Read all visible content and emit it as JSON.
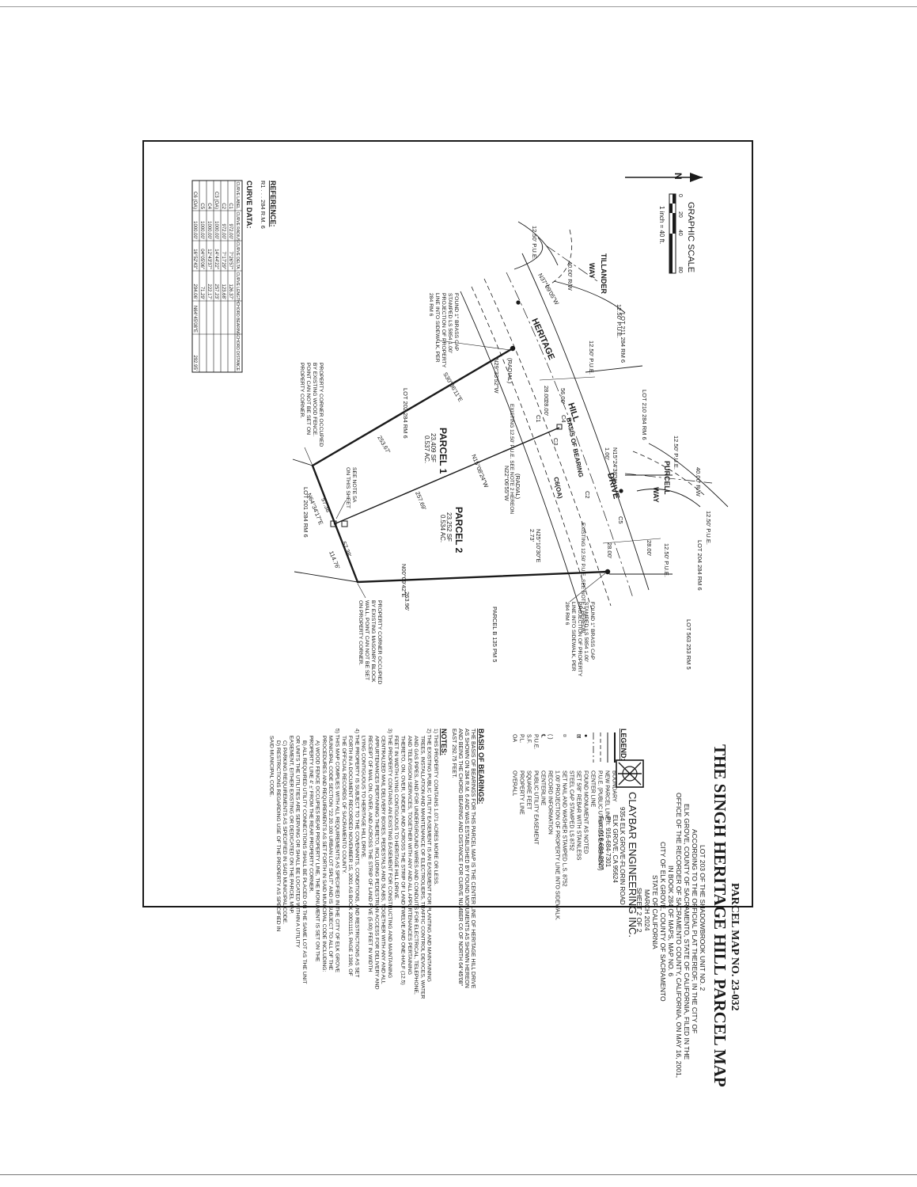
{
  "title_block": {
    "map_no": "PARCEL MAP NO. 23-032",
    "title": "THE SINGH HERITAGE HILL PARCEL MAP",
    "description": [
      "LOT 203 OF THE SHADOWBROOK UNIT NO. 2",
      "ACCORDING TO THE OFFICIAL PLAT THEREOF, IN THE CITY OF",
      "ELK GROVE, COUNTY OF SACRAMENTO, STATE OF CALIFORNIA, FILED IN THE",
      "OFFICE OF THE RECORDER OF SACRAMENTO COUNTY, CALIFORNIA, ON MAY 16, 2001,",
      "IN BOOK 284 OF MAPS, MAP NO. 6",
      "CITY OF ELK GROVE, COUNTY OF SACRAMENTO",
      "STATE OF CALIFORNIA",
      "MARCH 2024",
      "SHEET 2 OF 2"
    ],
    "engineer": {
      "name": "CLAYBAR ENGINEERING INC.",
      "address": "9354 ELK GROVE-FLORIN ROAD",
      "city": "ELK GROVE, CA 95624",
      "phone": "Ph: 916-684-7301",
      "fax": "Fax: 916-684-2827"
    }
  },
  "legend": {
    "heading": "LEGEND:",
    "items": [
      {
        "symbol": "",
        "label": "BOUNDARY"
      },
      {
        "symbol": "",
        "label": "NEW PARCEL LINE"
      },
      {
        "symbol": "",
        "label": "P.U.E. (PUBLIC UTILITIES EASEMENT)"
      },
      {
        "symbol": "",
        "label": "CENTER LINE"
      },
      {
        "symbol": "●",
        "label": "FOUND MONUMENT AS NOTED"
      },
      {
        "symbol": "⊠",
        "label": "SET 5/8\" REBAR WITH STAINLESS"
      },
      {
        "symbol": "",
        "label": "STEEL CAP STAMPED LS 8752"
      },
      {
        "symbol": "¤",
        "label": "SET NAIL AND WASHER STAMPED L.S. 8752"
      },
      {
        "symbol": "",
        "label": "1.00' PROJECTION OF PROPERTY LINE INTO SIDEWALK."
      },
      {
        "symbol": "( )",
        "label": "RECORD INFORMATION"
      },
      {
        "symbol": "℄",
        "label": "CENTERLINE"
      },
      {
        "symbol": "P.U.E.",
        "label": "PUBLIC UTILITY EASEMENT"
      },
      {
        "symbol": "S.F.",
        "label": "SQUARE FEET"
      },
      {
        "symbol": "P.L.",
        "label": "PROPERTY LINE"
      },
      {
        "symbol": "OA",
        "label": "OVERALL"
      }
    ]
  },
  "basis_of_bearings": {
    "heading": "BASIS OF BEARINGS:",
    "lines": [
      "THE BASIS OF BEARINGS FOR THIS PARCEL MAP IS THE CENTER LINE OF HERITAGE HILL DRIVE",
      "AS SHOWN ON 284 R.M. 6 AND WAS ESTABLISHED BY FOUND MONUMENTS AS SHOWN HEREON",
      "AND BEING THE CHORD BEARING AND DISTANCE FOR CURVE NUMBER C6 OF NORTH 64°45'08\"",
      "EAST 292.75 FEET."
    ]
  },
  "notes": {
    "heading": "NOTES:",
    "lines": [
      "1) THIS PROPERTY CONTAINS 1.071 ACRES MORE OR LESS.",
      "2) THE EXISTING PUBLIC UTILITY EASEMENT IS AN EASEMENT FOR PLANTING AND MAINTAINING",
      "TREES, INSTALLATION AND MAINTENANCE OF ELECTROLIERS, TRAFFIC CONTROL DEVICES, WATER",
      "AND GAS PIPES, AND FOR UNDERGROUND WIRES AND CONDUITS FOR ELECTRICAL, TELEPHONE,",
      "AND TELEVISION SERVICES, TOGETHER WITH ANY AND ALL APPURTENANCES PERTAINING",
      "THERETO, ON, OVER, UNDER, AND ACROSS THE STRIP OF LAND TWELVE AND ONE-HALF (12.5)",
      "FEET IN WIDTH LYING CONTIGUOUS TO HERITAGE HILL DRIVE.",
      "3) THE PROPERTY CONTAINS AN EXISTING EASEMENT FOR CONSTRUCTING AND MAINTAINING",
      "CENTRALIZED MAIL DELIVERY BOXES, PEDESTALS AND SLABS, TOGETHER WITH ANY AND ALL",
      "APPURTENANCES PERTAINING THERETO, INCLUDING PEDESTRIAN ACCESS FOR DELIVERY AND",
      "RECEIPT OF MAIL ON, OVER, AND ACROSS THE STRIP OF LAND FIVE (5.00) FEET IN WIDTH",
      "LYING CONTIGUOUS TO HERITAGE HILL DRIVE.",
      "4) THE PROPERTY IS SUBJECT TO THE COVENANTS, CONDITIONS, AND RESTRICTIONS AS SET",
      "FORTH IN A DOCUMENT RECORDED NOVEMBER 15, 2001 AS BOOK 20011115, PAGE 1390, OF",
      "THE OFFICIAL RECORDS OF SACRAMENTO COUNTY.",
      "5) THIS MAP COMPLIES WITH ALL REQUIREMENTS AS SPECIFIED IN THE CITY OF ELK GROVE",
      "MUNICIPAL CODE SECTION \"22.20.100 URBAN LOT SPLIT\" AND IS SUBJECT TO ALL OF THE",
      "PROCEDURES AND REQUIREMENTS AS SET FORTH IN SAID MUNICIPAL CODE INCLUDING:",
      "A) WOOD FENCE OCCUPIES REAR PROPERTY LINE, THE MONUMENT IS SET ON THE",
      "PROPERTY LINE 4' ±' FROM THE REAR PROPERTY CORNER.",
      "B) ALL REQUIRED UTILITY CONNECTIONS SHALL BE PLACED ON THE SAME LOT AS THE UNIT",
      "OR UNITS THE UTILITIES ARE SERVING OR SHALL BE LOCATED WITHIN A UTILITY",
      "EASEMENT, EITHER EXISTING OR DEDICATED ON THE PARCEL MAP.",
      "C) PARKING REQUIREMENTS AS SPECIFIED IN SAID MUNICIPAL CODE.",
      "D) RESTRICTIONS REGARDING USE OF THE PROPERTY AS SPECIFIED IN",
      "SAID MUNICIPAL CODE."
    ]
  },
  "scale": {
    "title": "GRAPHIC SCALE",
    "ticks": [
      "0",
      "20",
      "40",
      "80"
    ],
    "ratio": "1 inch = 40 ft."
  },
  "north": "N",
  "reference": {
    "heading": "REFERENCE:",
    "line": "R1 . . . 284 R.M. 6"
  },
  "curve_table": {
    "heading": "CURVE DATA:",
    "columns": [
      "CURVE LABEL",
      "CURVE RADIUS",
      "CURVE DELTA",
      "CURVE LENGTH",
      "CHORD BEARING",
      "CHORD DISTANCE"
    ],
    "rows": [
      [
        "C1",
        "972.00'",
        "7°26'57\"",
        "126.37'",
        "",
        ""
      ],
      [
        "C2",
        "972.00'",
        "7°17'29\"",
        "123.68'",
        "",
        ""
      ],
      [
        "C3 (OA)",
        "1000.00'",
        "14°44'22\"",
        "257.23'",
        "",
        ""
      ],
      [
        "C4",
        "1000.00'",
        "12°43'37\"",
        "222.17'",
        "",
        ""
      ],
      [
        "C5",
        "1000.00'",
        "04°05'06\"",
        "71.29'",
        "",
        ""
      ],
      [
        "C6 (OA)",
        "1000.00'",
        "16°52'43\"",
        "294.06'",
        "N64°45'08\"E",
        "292.95'"
      ]
    ]
  },
  "plan": {
    "streets": [
      "HERITAGE",
      "HILL",
      "DRIVE",
      "TILLANDER",
      "WAY",
      "PURCELL",
      "WAY"
    ],
    "parcel_1": {
      "label": "PARCEL 1",
      "area_sf": "23,409 SF",
      "area_ac": "0.537 AC."
    },
    "parcel_2": {
      "label": "PARCEL 2",
      "area_sf": "23,252 SF",
      "area_ac": "0.534 AC."
    },
    "bearings": {
      "west_line": "S30°36'11\"E",
      "west_len": "253.67'",
      "split_line": "N15°08'24\"W",
      "split_len": "257.69'",
      "rear_line": "N64°34'17\"E",
      "rear_seg1": "57.38'",
      "rear_seg2": "57.38'",
      "rear_total": "114.76'",
      "east_line": "N00°09'42\"E",
      "east_len": "263.96'",
      "radial_1": "N29°33'52\"W",
      "radial_2": "N22°06'55\"W",
      "radial_3": "N25°10'30\"E",
      "radial_3_len": "2.73'",
      "radial_4": "N37°09'05\"W",
      "radial_5": "N15°24'38\"W",
      "radial_5_len": "1.00'",
      "radial_tag": "(RADIAL)"
    },
    "dims": {
      "row_28a": "28.00'",
      "row_28b": "28.00'",
      "row_56": "56.00'",
      "row_28c": "28.00'",
      "row_28d": "28.00'",
      "pue_1": "12.50' P.U.E.",
      "pue_2": "12.50' P.U.E.",
      "pue_3": "12.50' P.U.E.",
      "pue_4": "12.50' P.U.E.",
      "pue_5": "12.50' P.U.E.",
      "pue_6": "12.50' P.U.E.",
      "rw_1": "40.00' R/W",
      "rw_2": "40.00' R/W",
      "ex_pue_a": "EXISTING 12.50' P.U.E. SEE NOTE 2 HEREON",
      "ex_pue_b": "EXISTING 12.50' P.U.E. SEE NOTE 2 HEREON",
      "basis": "BASIS OF BEARING",
      "c6_label": "C6(OA)"
    },
    "lots": {
      "lot_211": "LOT 211 284 RM 6",
      "lot_210": "LOT 210 284 RM 6",
      "lot_204": "LOT 204 284 RM 6",
      "lot_202": "LOT 202 284 RM 6",
      "lot_201": "LOT 201 284 RM 6",
      "lot_563": "LOT 563 253 RM 5",
      "parcel_b": "PARCEL B 135 PM 5"
    },
    "callouts": {
      "found_cap_1": [
        "FOUND 1\" BRASS CAP",
        "STAMPED LS 5854 1.00'",
        "PROJECTION OF PROPERTY",
        "LINE INTO SIDEWALK, PER",
        "284 RM 6"
      ],
      "found_cap_2": [
        "FOUND 1\" BRASS CAP",
        "STAMPED LS 5854 1.00'",
        "PROJECTION OF PROPERTY",
        "LINE INTO SIDEWALK, PER",
        "284 RM 6"
      ],
      "corner_wood": [
        "PROPERTY CORNER OCCUPIED",
        "BY EXISTING WOOD FENCE.",
        "POINT CAN NOT BE SET ON",
        "PROPERTY CORNER."
      ],
      "corner_masonry": [
        "PROPERTY CORNER OCCUPIED",
        "BY EXISTING MASONRY BLOCK",
        "WALL, POINT CAN NOT BE SET",
        "ON PROPERTY CORNER."
      ],
      "note_5a": [
        "SEE NOTE 5A",
        "ON THIS SHEET"
      ]
    },
    "curve_labels": {
      "c1a": "C1",
      "c4": "C4",
      "c3": "C3",
      "c2": "C2",
      "c5": "C5"
    }
  }
}
